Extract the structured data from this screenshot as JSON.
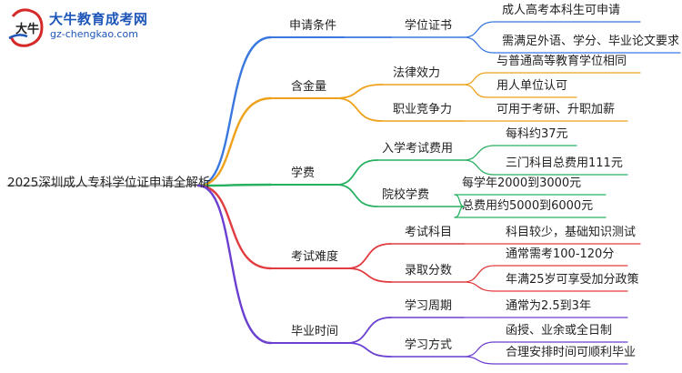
{
  "logo": {
    "title": "大牛教育成考网",
    "url": "gz-chengkao.com",
    "mark_text": "大牛"
  },
  "colors": {
    "blue": "#3A78E0",
    "orange": "#EEA21B",
    "green": "#27B060",
    "red": "#E23B3F",
    "purple": "#6B3FD0",
    "root": "#222222"
  },
  "root": "2025深圳成人专科学位证申请全解析",
  "branches": [
    {
      "label": "申请条件",
      "color": "#3A78E0",
      "subs": [
        {
          "label": "学位证书",
          "leaves": [
            "成人高考本科生可申请",
            "需满足外语、学分、毕业论文要求"
          ]
        }
      ]
    },
    {
      "label": "含金量",
      "color": "#EEA21B",
      "subs": [
        {
          "label": "法律效力",
          "leaves": [
            "与普通高等教育学位相同",
            "用人单位认可"
          ]
        },
        {
          "label": "职业竞争力",
          "leaves": [
            "可用于考研、升职加薪"
          ]
        }
      ]
    },
    {
      "label": "学费",
      "color": "#27B060",
      "subs": [
        {
          "label": "入学考试费用",
          "leaves": [
            "每科约37元",
            "三门科目总费用111元"
          ]
        },
        {
          "label": "院校学费",
          "leaves": [
            "每学年2000到3000元",
            "总费用约5000到6000元"
          ]
        }
      ]
    },
    {
      "label": "考试难度",
      "color": "#E23B3F",
      "subs": [
        {
          "label": "考试科目",
          "leaves": [
            "科目较少，基础知识测试"
          ]
        },
        {
          "label": "录取分数",
          "leaves": [
            "通常需考100-120分",
            "年满25岁可享受加分政策"
          ]
        }
      ]
    },
    {
      "label": "毕业时间",
      "color": "#6B3FD0",
      "subs": [
        {
          "label": "学习周期",
          "leaves": [
            "通常为2.5到3年"
          ]
        },
        {
          "label": "学习方式",
          "leaves": [
            "函授、业余或全日制",
            "合理安排时间可顺利毕业"
          ]
        }
      ]
    }
  ]
}
